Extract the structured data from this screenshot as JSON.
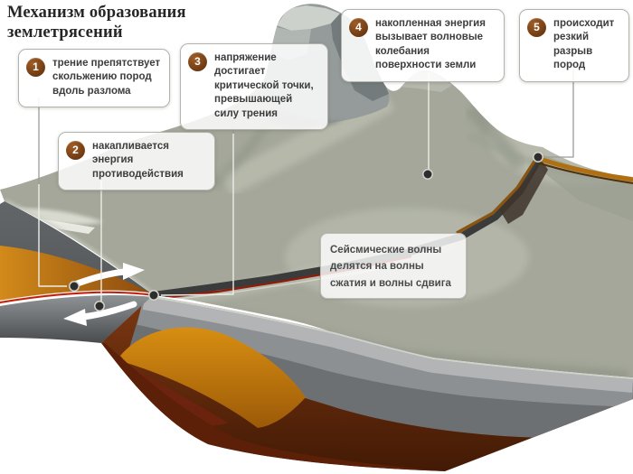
{
  "title": "Механизм образования землетрясений",
  "callouts": [
    {
      "number": "1",
      "text": "трение препятствует скольжению пород вдоль разлома"
    },
    {
      "number": "2",
      "text": "накапливается энергия противодействия"
    },
    {
      "number": "3",
      "text": "напряжение достигает критической точки, превышающей силу трения"
    },
    {
      "number": "4",
      "text": "накопленная энергия вызывает волновые колебания поверхности земли"
    },
    {
      "number": "5",
      "text": "происходит резкий разрыв пород"
    }
  ],
  "note": "Сейсмические волны делятся на волны сжатия и волны сдвига",
  "diagram": {
    "icons": {
      "upper_block_motion": "arrow-right",
      "lower_block_motion": "arrow-left"
    },
    "colors": {
      "badge_brown": "#7a4418",
      "fault_red": "#c01c10",
      "magma_orange": "#c47c16",
      "terrain_gray_green": "#a4a79a",
      "crust_dark_brown": "#5a2208",
      "box_border": "#b3b3ac"
    }
  }
}
